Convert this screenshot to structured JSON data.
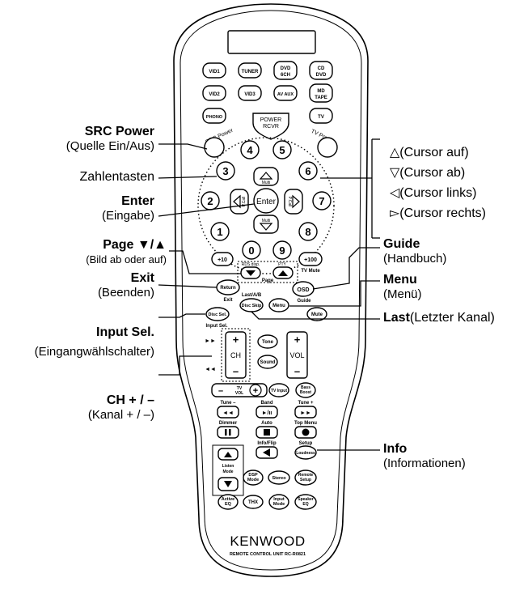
{
  "remote": {
    "brand": "KENWOOD",
    "model": "REMOTE CONTROL UNIT RC-R0821",
    "buttons": {
      "vid1": "VID1",
      "tuner": "TUNER",
      "dvd6ch": [
        "DVD",
        "6CH"
      ],
      "cddvd": [
        "CD",
        "DVD"
      ],
      "vid2": "VID2",
      "vid3": "VID3",
      "avaux": "AV AUX",
      "mdtape": [
        "MD",
        "TAPE"
      ],
      "phono": "PHONO",
      "tv": "TV",
      "power": [
        "POWER",
        "RCVR"
      ],
      "src_power": "SRC Power",
      "tv_power": "TV Power",
      "n1": "1",
      "n2": "2",
      "n3": "3",
      "n4": "4",
      "n5": "5",
      "n6": "6",
      "n7": "7",
      "n8": "8",
      "n9": "9",
      "n0": "0",
      "plus10": "+10",
      "plus100": "+100",
      "tv_mute": "TV Mute",
      "enter": "Enter",
      "multi": "Multi",
      "pcall": "P.Call",
      "rds_disp": "RDS disp.",
      "pty": "PTY",
      "page": "Page",
      "return": "Return",
      "exit": "Exit",
      "osd": "OSD",
      "guide": "Guide",
      "last_ab": "Last/A/B",
      "disc_skip": "Disc Skip",
      "menu": "Menu",
      "mute": "Mute",
      "disc_sel": "Disc Sel.",
      "input_sel": "Input Sel.",
      "plus": "+",
      "minus": "–",
      "ch": "CH",
      "vol": "VOL",
      "tone": "Tone",
      "sound": "Sound",
      "tv_vol": [
        "TV",
        "VOL"
      ],
      "tv_input": "TV Input",
      "bass_boost": [
        "Bass",
        "Boost"
      ],
      "tune_minus": "Tune –",
      "band": "Band",
      "tune_plus": "Tune +",
      "dimmer": "Dimmer",
      "auto": "Auto",
      "top_menu": "Top Menu",
      "info_flip": "Info/Flip",
      "setup": "Setup",
      "loudness": "Loudness",
      "listen_mode": [
        "Listen",
        "Mode"
      ],
      "dsp_mode": [
        "DSP",
        "Mode"
      ],
      "stereo": "Stereo",
      "remote_setup": [
        "Remote",
        "Setup"
      ],
      "active_eq": [
        "Active",
        "EQ"
      ],
      "thx": "THX",
      "input_mode": [
        "Input",
        "Mode"
      ],
      "speaker_eq": [
        "Speaker",
        "EQ"
      ]
    }
  },
  "callouts": {
    "src_power": {
      "title": "SRC Power",
      "desc": "(Quelle Ein/Aus)"
    },
    "zahlentasten": {
      "title": "Zahlentasten"
    },
    "enter": {
      "title": "Enter",
      "desc": "(Eingabe)"
    },
    "page": {
      "title": "Page ▼/▲",
      "desc": "(Bild ab oder auf)"
    },
    "exit": {
      "title": "Exit",
      "desc": "(Beenden)"
    },
    "input_sel": {
      "title": "Input Sel.",
      "desc": "(Eingangwählschalter)"
    },
    "ch": {
      "title": "CH + / –",
      "desc": "(Kanal  + / –)"
    },
    "cursor_up": "△(Cursor auf)",
    "cursor_down": "▽(Cursor ab)",
    "cursor_left": "◁(Cursor links)",
    "cursor_right": "▻(Cursor rechts)",
    "guide": {
      "title": "Guide",
      "desc": "(Handbuch)"
    },
    "menu": {
      "title": "Menu",
      "desc": "(Menü)"
    },
    "last": {
      "title": "Last",
      "desc": "(Letzter Kanal)"
    },
    "info": {
      "title": "Info",
      "desc": "(Informationen)"
    }
  }
}
